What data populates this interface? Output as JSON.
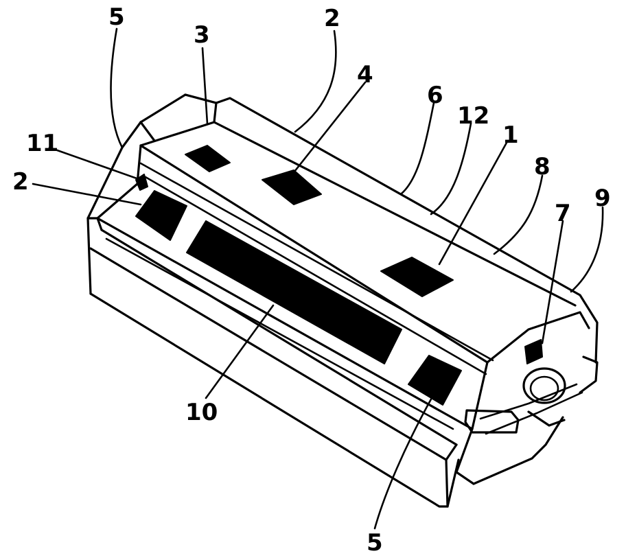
{
  "labels": {
    "l5a": "5",
    "l3": "3",
    "l2a": "2",
    "l4": "4",
    "l6": "6",
    "l12": "12",
    "l1": "1",
    "l8": "8",
    "l9": "9",
    "l7": "7",
    "l11": "11",
    "l2b": "2",
    "l10": "10",
    "l5b": "5"
  }
}
